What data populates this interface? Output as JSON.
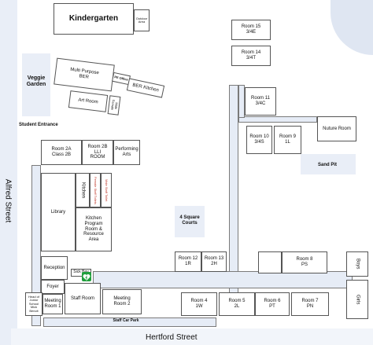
{
  "streets": {
    "west": "Alfred Street",
    "south": "Hertford Street"
  },
  "labels": {
    "veggie_garden": "Veggie\nGarden",
    "student_entrance": "Student Entrance",
    "sand_pit": "Sand Pit",
    "four_square": "4 Square\nCourts",
    "staff_car_park": "Staff Car Park",
    "sick_bay": "Sick Bay",
    "foyer": "Foyer"
  },
  "rooms": {
    "kindergarten": "Kindergarten",
    "outdoor_area": "Outdoor\nArea",
    "multi_purpose": "Multi Purpose\nBER",
    "pe_office": "PE Office",
    "ber_kitchen": "BER Kitchen",
    "art_room": "Art Room",
    "male_female": "Male\nFemale",
    "room15": "Room 15\n3/4E",
    "room14": "Room 14\n3/4T",
    "room11": "Room 11\n3/4C",
    "room10": "Room 10\n3/4S",
    "room9": "Room 9\n1L",
    "nuture_room": "Nuture Room",
    "room2a": "Room 2A\nClass 2B",
    "room2b": "Room 2B\nLLI\nROOM",
    "performing_arts": "Performing\nArts",
    "kitchen": "Kitchen",
    "female_staff_toilets": "Female Staff Toilets",
    "male_staff_toilet": "Male Staff Toilet",
    "library": "Library",
    "kitchen_program": "Kitchen\nProgram\nRoom &\nResource\nArea",
    "reception": "Reception",
    "head_office": "Head of\nJunior\nSchool\nMick\nBenoit",
    "meeting_room1": "Meeting\nRoom 1",
    "staff_room": "Staff Room",
    "meeting_room2": "Meeting\nRoom 2",
    "room12": "Room 12\n1R",
    "room13": "Room 13\n2H",
    "room8": "Room 8\nPS",
    "boys": "Boys",
    "girls": "Girls",
    "room4": "Room 4\n1W",
    "room5": "Room 5\n2L",
    "room6": "Room 6\nPT",
    "room7": "Room 7\nPN"
  },
  "colors": {
    "garden_zone": "#e9eef7",
    "walkway": "#e6ecf6",
    "grass": "#dfe6f2",
    "defib": "#1f9e3c",
    "staff_toilet_text": "#c0392b"
  },
  "icons": {
    "defibrillator": "defibrillator-icon"
  }
}
